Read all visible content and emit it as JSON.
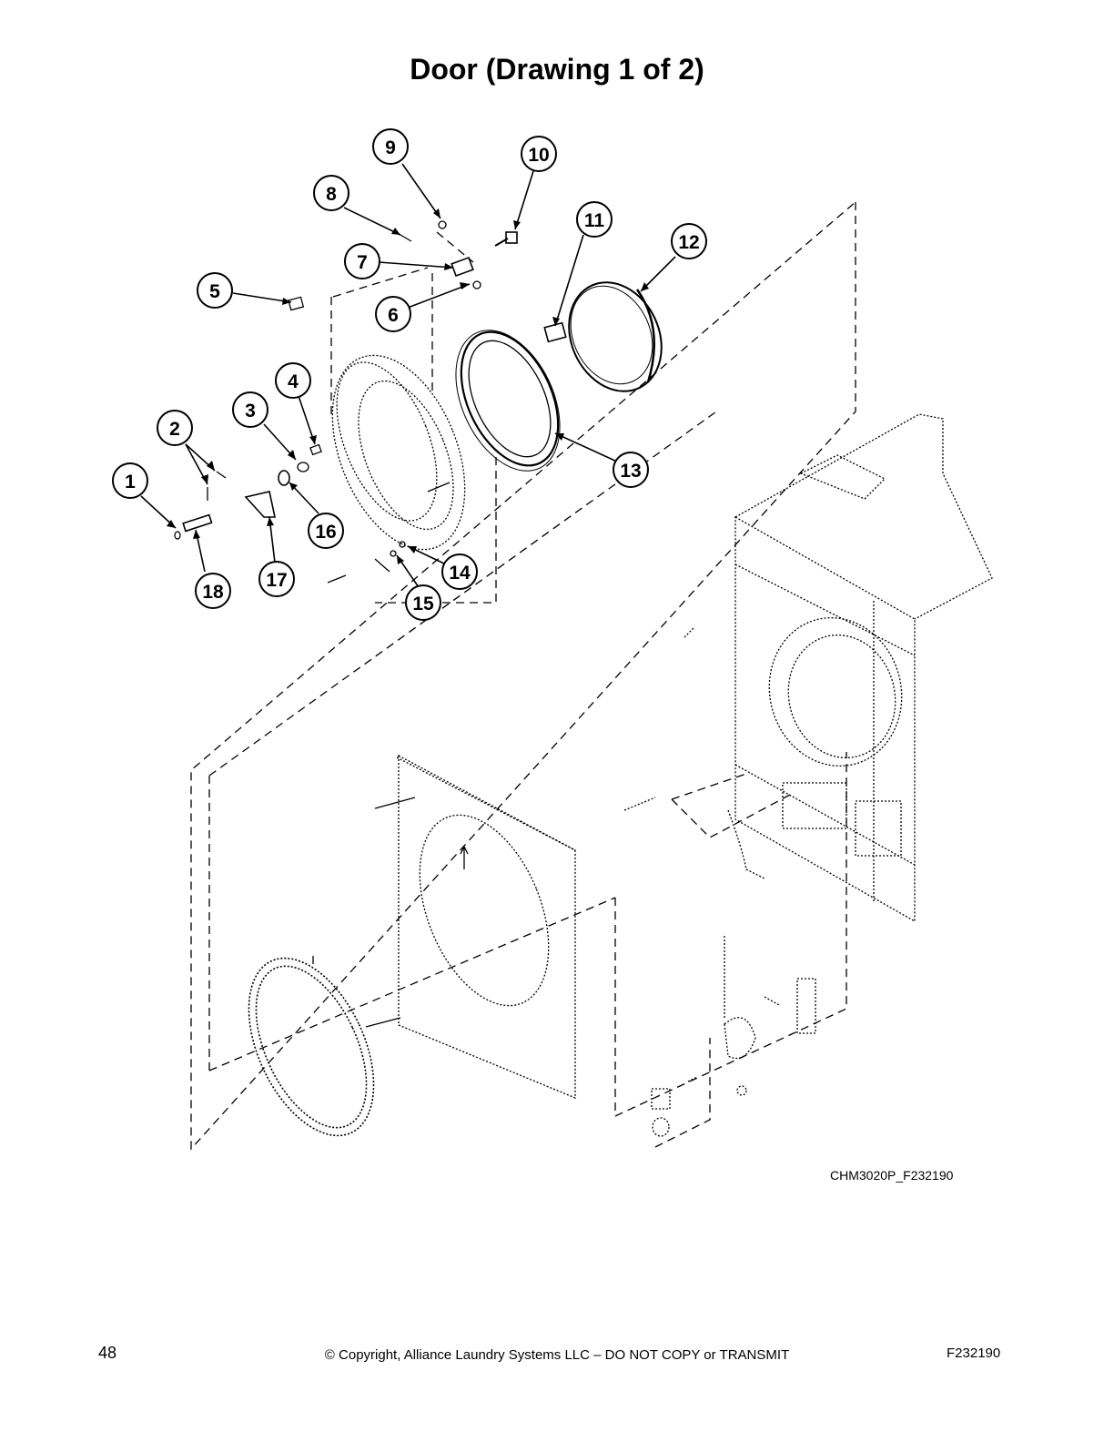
{
  "page": {
    "title": "Door (Drawing 1 of 2)",
    "drawing_id": "CHM3020P_F232190",
    "page_number": "48",
    "copyright": "© Copyright, Alliance Laundry Systems LLC – DO NOT COPY or TRANSMIT",
    "document_id": "F232190"
  },
  "callouts": [
    "1",
    "2",
    "3",
    "4",
    "5",
    "6",
    "7",
    "8",
    "9",
    "10",
    "11",
    "12",
    "13",
    "14",
    "15",
    "16",
    "17",
    "18"
  ]
}
